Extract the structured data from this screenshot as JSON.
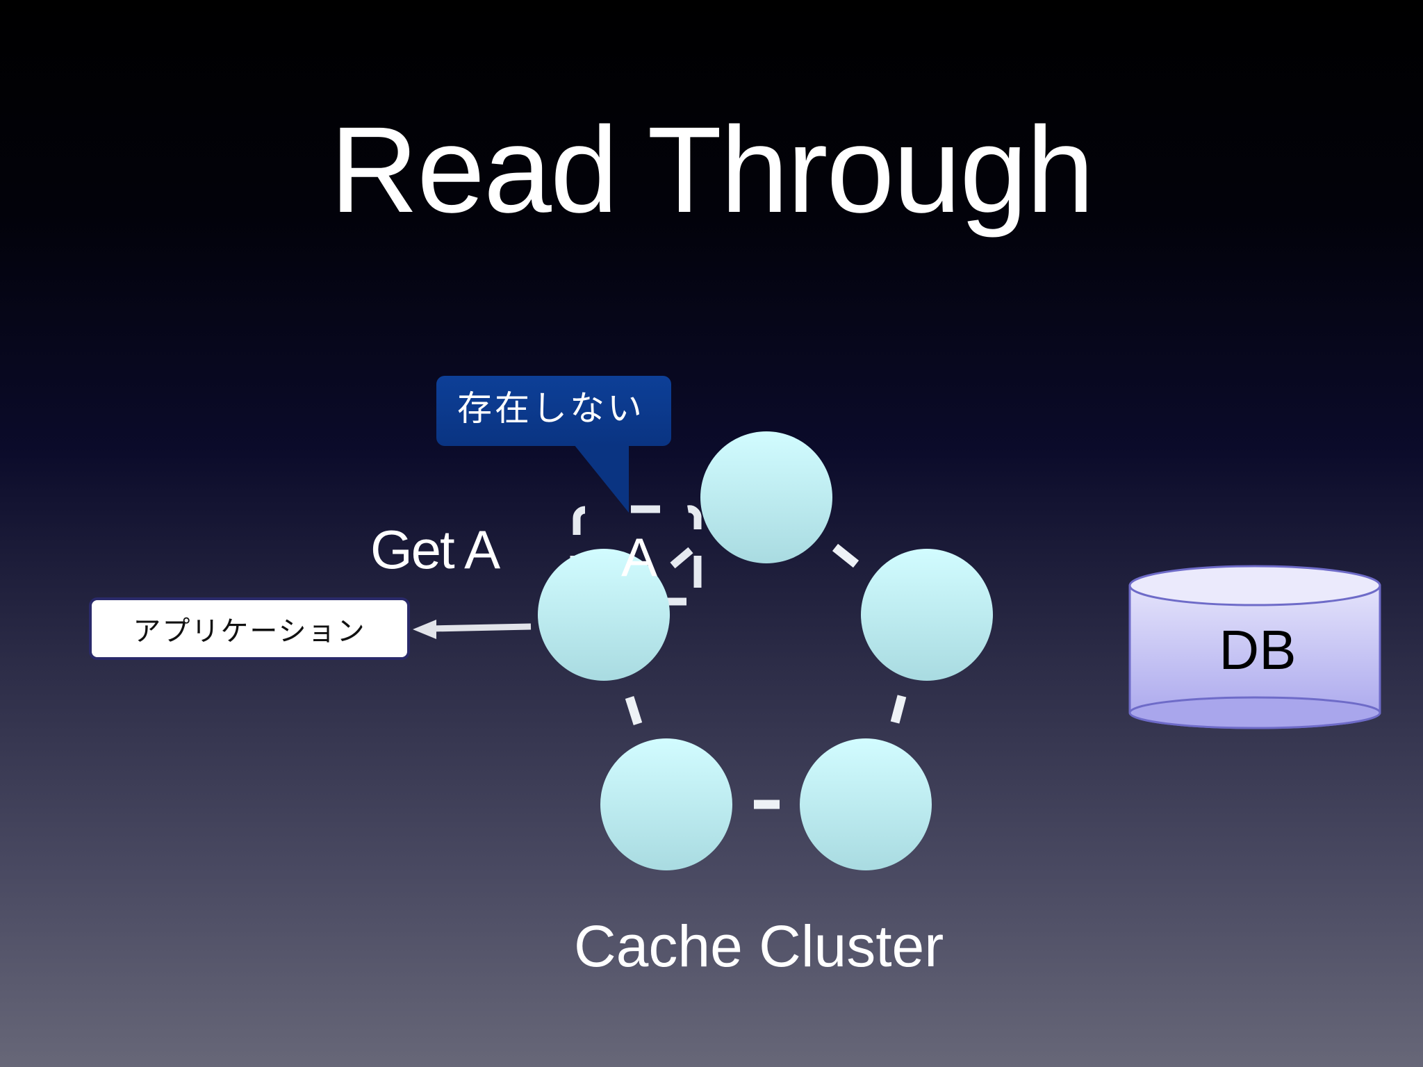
{
  "slide": {
    "title": "Read Through"
  },
  "diagram": {
    "request_label": "Get A",
    "key_label": "A",
    "callout_text": "存在しない",
    "application_label": "アプリケーション",
    "database_label": "DB",
    "cluster_label": "Cache Cluster"
  },
  "colors": {
    "cache_node": "#c9f6f9",
    "callout": "#0a3a8a",
    "database": "#c8c6f2",
    "application_box": "#ffffff"
  }
}
